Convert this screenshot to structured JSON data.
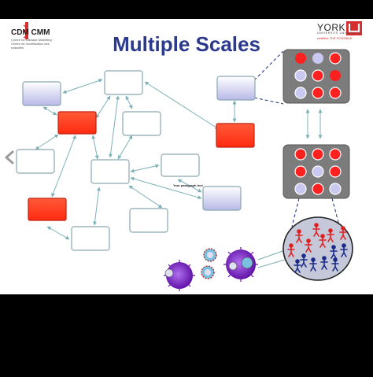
{
  "header": {
    "title": "Multiple Scales",
    "left_logo": {
      "name": "CDM CMM",
      "subtitle": "Centre for Disease Modelling · Centre de modélisation des maladies"
    },
    "right_logo": {
      "name": "YORK",
      "subtitle": "UNIVERSITÉ UNIVERSITY",
      "tagline": "redefine THE POSSIBLE"
    }
  },
  "diagram": {
    "paragraph_text": "Your paragraph text"
  },
  "navigation": {
    "prev_icon": "chevron-left-icon"
  },
  "colors": {
    "background": "#000000",
    "slide": "#ffffff",
    "title": "#2b3a8c",
    "red_node": "#ff3b1f",
    "lavender_node": "#c8c8f0",
    "node_border": "#8aa8b0",
    "connector": "#7bb0b4",
    "panel": "#7c7c7c",
    "york_red": "#d32f2f",
    "virus_purple": "#6a0dad"
  }
}
